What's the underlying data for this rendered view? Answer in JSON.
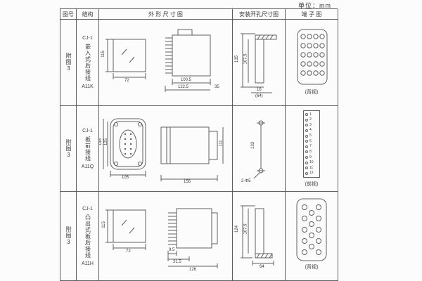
{
  "page": {
    "unit_label": "单位：mm"
  },
  "table": {
    "headers": {
      "fig": "图号",
      "structure": "结构",
      "outline": "外 形 尺 寸 图",
      "mounting": "安装开孔尺寸图",
      "terminal": "端 子 图"
    },
    "rows": [
      {
        "fig": "附图3",
        "model": "CJ-1",
        "structure_name": "嵌入式后接线",
        "code": "A11K",
        "outline": {
          "height": "115",
          "width": "72",
          "body": "100.5",
          "overall": "122.5",
          "depth": "35"
        },
        "mounting": {
          "v_inner": "107.5",
          "v_outer": "135",
          "b_small": "16",
          "b_large": "(64)"
        },
        "terminal": {
          "view": "(背视)"
        }
      },
      {
        "fig": "附图3",
        "model": "CJ-1",
        "structure_name": "板前接线",
        "code": "A11Q",
        "outline": {
          "h_outer": "148",
          "h_inner": "125",
          "width": "105",
          "length": "156",
          "side_height": "111"
        },
        "mounting": {
          "v": "133",
          "hole": "2-Φ5"
        },
        "terminal": {
          "view": "(前视)",
          "numbers": [
            "1",
            "2",
            "3",
            "4",
            "5",
            "6",
            "7",
            "8",
            "9",
            "10",
            "11",
            "12"
          ]
        }
      },
      {
        "fig": "附图3",
        "model": "CJ-1",
        "structure_name": "凸出式板后接线",
        "code": "A11H",
        "outline": {
          "height": "115",
          "width": "72",
          "pin": "9.5",
          "front": "31.5",
          "overall": "126"
        },
        "mounting": {
          "v_inner": "107.5",
          "v_outer": "124",
          "b": "64"
        },
        "terminal": {
          "view": "(背视)"
        }
      }
    ]
  }
}
